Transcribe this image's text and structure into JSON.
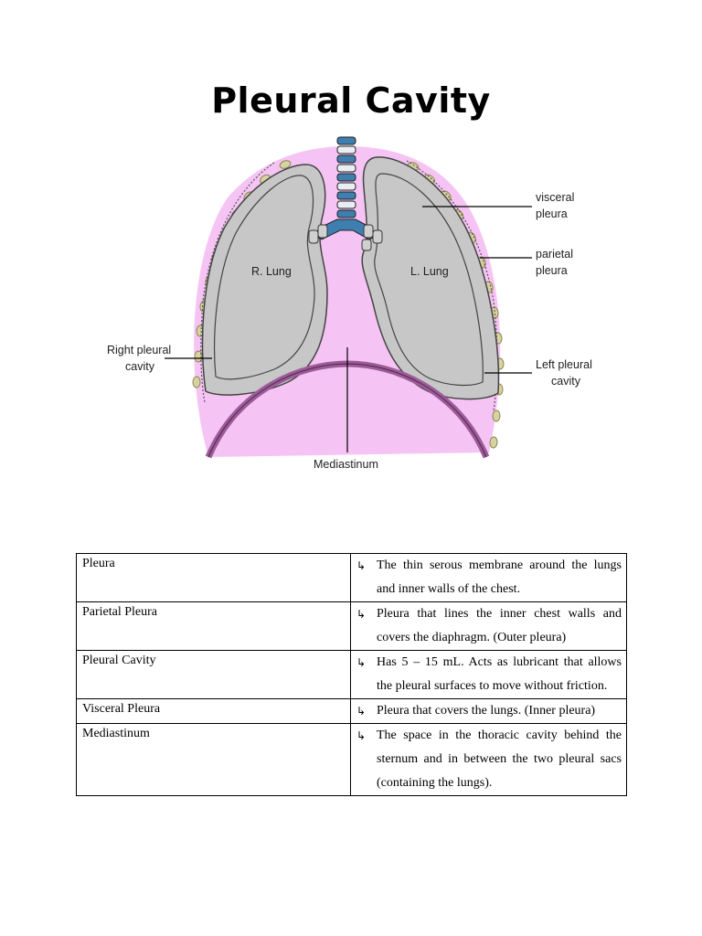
{
  "title": "Pleural Cavity",
  "diagram": {
    "labels": {
      "visceral_1": "visceral",
      "visceral_2": "pleura",
      "parietal_1": "parietal",
      "parietal_2": "pleura",
      "r_lung": "R. Lung",
      "l_lung": "L. Lung",
      "right_cavity_1": "Right pleural",
      "right_cavity_2": "cavity",
      "left_cavity_1": "Left pleural",
      "left_cavity_2": "cavity",
      "mediastinum": "Mediastinum"
    },
    "colors": {
      "mediastinum_fill": "#f6c4f4",
      "lung_fill": "#c7c7c7",
      "rib_fill": "#d8d2a0",
      "diaphragm": "#9c5a98",
      "trachea": "#3f7fb0"
    }
  },
  "table": {
    "rows": [
      {
        "term": "Pleura",
        "definition": "The thin serous membrane around the lungs and inner walls of the chest."
      },
      {
        "term": "Parietal Pleura",
        "definition": "Pleura that lines the inner chest walls and covers the diaphragm. (Outer pleura)"
      },
      {
        "term": "Pleural Cavity",
        "definition": "Has 5 – 15 mL. Acts as lubricant that allows the pleural surfaces to move without friction."
      },
      {
        "term": "Visceral Pleura",
        "definition": "Pleura that covers the lungs. (Inner pleura)"
      },
      {
        "term": "Mediastinum",
        "definition": "The space in the thoracic cavity behind the sternum and in between the two pleural sacs (containing the lungs)."
      }
    ],
    "bullet_icon": "right-turn-arrow-icon"
  }
}
